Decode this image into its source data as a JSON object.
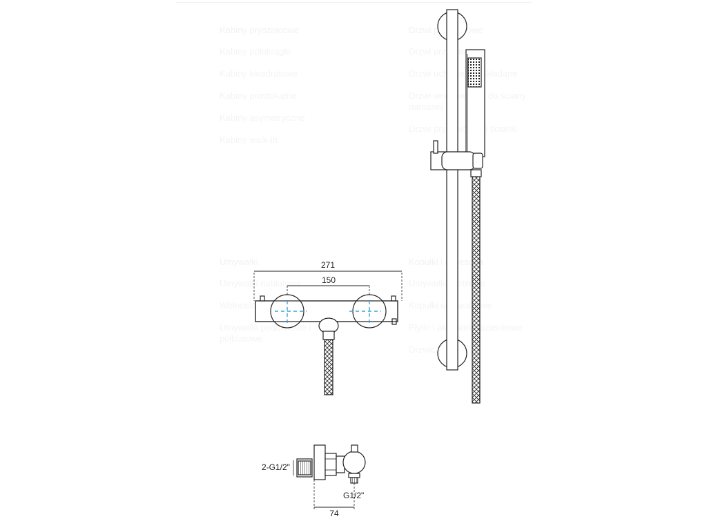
{
  "menu": {
    "columns": [
      {
        "heading": "Kabiny prysznicowe",
        "items": [
          "Kabiny półokrągłe",
          "Kabiny kwadratowe",
          "Kabiny prostokątne",
          "Kabiny asymetryczne",
          "Kabiny walk-in"
        ]
      },
      {
        "heading": "Drzwi prysznicowe",
        "items": [
          "Drzwi przesuwne",
          "Drzwi uchylne lub składane",
          "Drzwi wnękowe lub do ściany narożnej",
          "Drzwi prysznicowe i ścianki"
        ]
      },
      {
        "heading": "Umywalki",
        "items": [
          "Umywalki nablatowe",
          "Wolnostojące",
          "Umywalki podblatowe i półblatowe"
        ]
      },
      {
        "heading": "Kopułki i akcesoria",
        "items": [
          "Umywalki meblowe",
          "Kopułki umywalkowe",
          "Płytki i akcesoria łazienkowe",
          "Drzwiczki"
        ]
      }
    ]
  },
  "dimensions": {
    "overall_width": "271",
    "spacing": "150",
    "depth": "74",
    "inlet_thread": "2-G1/2\"",
    "outlet_thread": "G1/2\""
  },
  "colors": {
    "line": "#222222",
    "axis": "#3aa3d8",
    "ghost_text": "#f2f2f2"
  }
}
